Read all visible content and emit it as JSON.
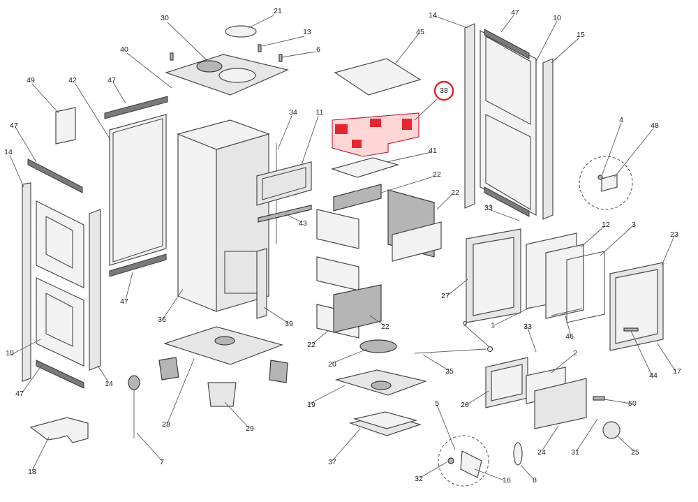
{
  "diagram": {
    "highlight_color": "#e0212a",
    "highlighted_part": "38",
    "labels": [
      "21",
      "30",
      "13",
      "6",
      "40",
      "42",
      "47",
      "49",
      "47",
      "14",
      "10",
      "47",
      "47",
      "14",
      "34",
      "11",
      "43",
      "36",
      "39",
      "28",
      "29",
      "18",
      "7",
      "45",
      "38",
      "41",
      "22",
      "22",
      "22",
      "22",
      "20",
      "35",
      "9",
      "19",
      "37",
      "14",
      "47",
      "10",
      "15",
      "4",
      "48",
      "33",
      "12",
      "3",
      "23",
      "27",
      "1",
      "46",
      "33",
      "2",
      "44",
      "17",
      "26",
      "50",
      "24",
      "31",
      "25",
      "5",
      "32",
      "16",
      "8"
    ]
  }
}
